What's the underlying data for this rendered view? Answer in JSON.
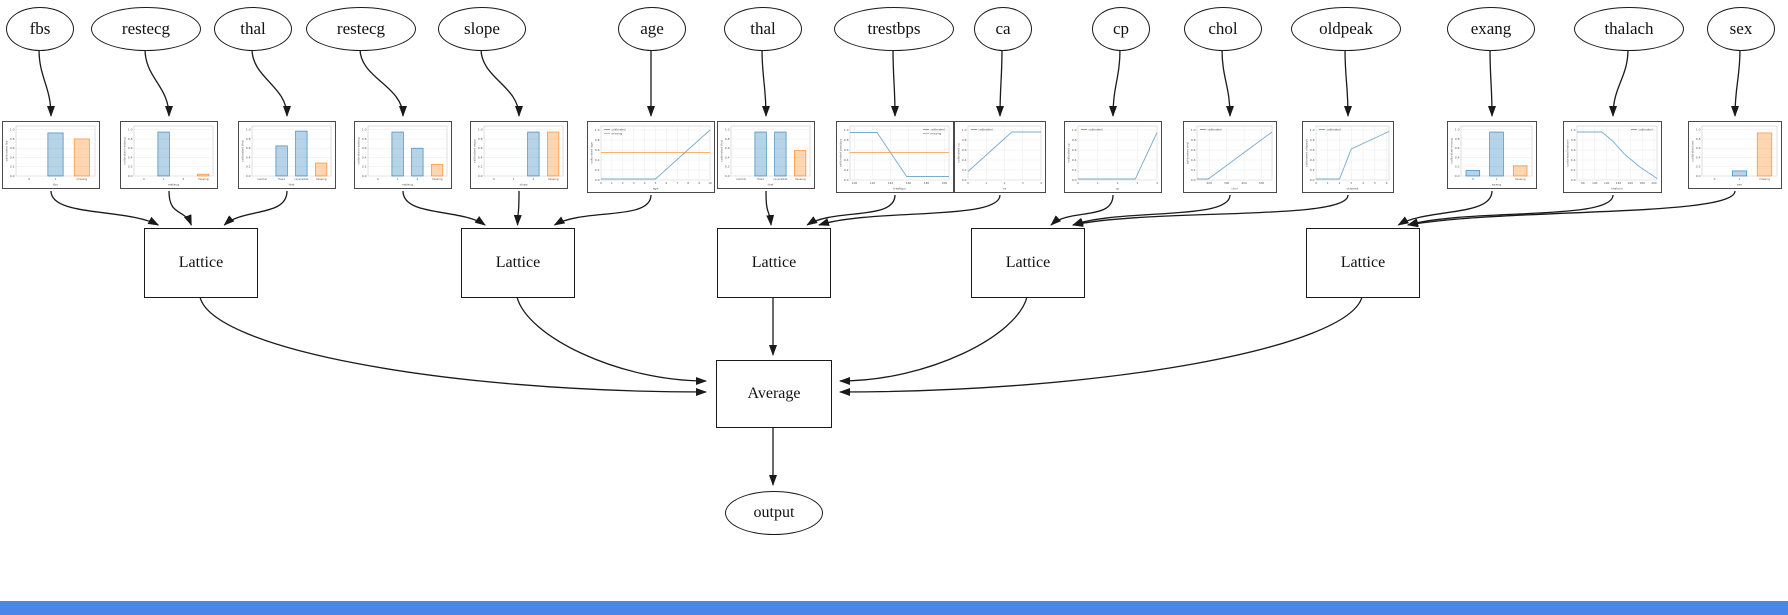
{
  "diagram": {
    "inputs": [
      "fbs",
      "restecg",
      "thal",
      "restecg",
      "slope",
      "age",
      "thal",
      "trestbps",
      "ca",
      "cp",
      "chol",
      "oldpeak",
      "exang",
      "thalach",
      "sex"
    ],
    "lattice_label": "Lattice",
    "average_label": "Average",
    "output_label": "output",
    "groups": [
      [
        "fbs",
        "restecg",
        "thal"
      ],
      [
        "restecg",
        "slope",
        "age"
      ],
      [
        "thal",
        "trestbps",
        "ca"
      ],
      [
        "cp",
        "chol",
        "oldpeak"
      ],
      [
        "exang",
        "thalach",
        "sex"
      ]
    ],
    "edge_color": "#1a1a1a",
    "accent_blue": "#1f77b4",
    "accent_orange": "#ff7f0e",
    "bottom_bar_color": "#4a86e8"
  },
  "chart_data": [
    {
      "type": "bar",
      "feature": "fbs",
      "xlabel": "fbs",
      "ylabel": "calibrated fbs",
      "categories": [
        "0",
        "1",
        "missing"
      ],
      "values": [
        0,
        0.93,
        0.8
      ],
      "bar_colors": [
        "#1f77b4",
        "#1f77b4",
        "#ff7f0e"
      ],
      "yticks": [
        0,
        0.2,
        0.4,
        0.6,
        0.8,
        1.0
      ],
      "ylim": [
        0,
        1
      ]
    },
    {
      "type": "bar",
      "feature": "restecg",
      "xlabel": "restecg",
      "ylabel": "calibrated restecg",
      "categories": [
        "0",
        "1",
        "2",
        "missing"
      ],
      "values": [
        0,
        0.95,
        0,
        0.04
      ],
      "bar_colors": [
        "#1f77b4",
        "#1f77b4",
        "#1f77b4",
        "#ff7f0e"
      ],
      "yticks": [
        0,
        0.2,
        0.4,
        0.6,
        0.8,
        1.0
      ],
      "ylim": [
        0,
        1
      ]
    },
    {
      "type": "bar",
      "feature": "thal",
      "xlabel": "thal",
      "ylabel": "calibrated thal",
      "categories": [
        "normal",
        "fixed",
        "reversible",
        "missing"
      ],
      "values": [
        0,
        0.65,
        0.97,
        0.28
      ],
      "bar_colors": [
        "#1f77b4",
        "#1f77b4",
        "#1f77b4",
        "#ff7f0e"
      ],
      "yticks": [
        0,
        0.2,
        0.4,
        0.6,
        0.8,
        1.0
      ],
      "ylim": [
        0,
        1
      ]
    },
    {
      "type": "bar",
      "feature": "restecg",
      "xlabel": "restecg",
      "ylabel": "calibrated restecg",
      "categories": [
        "0",
        "1",
        "2",
        "missing"
      ],
      "values": [
        0,
        0.95,
        0.6,
        0.25
      ],
      "bar_colors": [
        "#1f77b4",
        "#1f77b4",
        "#1f77b4",
        "#ff7f0e"
      ],
      "yticks": [
        0,
        0.2,
        0.4,
        0.6,
        0.8,
        1.0
      ],
      "ylim": [
        0,
        1
      ]
    },
    {
      "type": "bar",
      "feature": "slope",
      "xlabel": "slope",
      "ylabel": "calibrated slope",
      "categories": [
        "0",
        "1",
        "2",
        "missing"
      ],
      "values": [
        0,
        0,
        0.95,
        0.95
      ],
      "bar_colors": [
        "#1f77b4",
        "#1f77b4",
        "#1f77b4",
        "#ff7f0e"
      ],
      "yticks": [
        0,
        0.2,
        0.4,
        0.6,
        0.8,
        1.0
      ],
      "ylim": [
        0,
        1
      ]
    },
    {
      "type": "line",
      "feature": "age",
      "xlabel": "age",
      "ylabel": "calibrated age",
      "xlim": [
        0,
        10
      ],
      "xticks": [
        0,
        1,
        2,
        3,
        4,
        5,
        6,
        7,
        8,
        9,
        10
      ],
      "yticks": [
        0,
        0.2,
        0.4,
        0.6,
        0.8,
        1.0
      ],
      "ylim": [
        0,
        1
      ],
      "legend_pos": "upper left",
      "series": [
        {
          "name": "calibrated",
          "color": "#1f77b4",
          "x": [
            0,
            5,
            10
          ],
          "y": [
            0.02,
            0.02,
            1.0
          ]
        },
        {
          "name": "missing",
          "color": "#ff7f0e",
          "x": [
            0,
            10
          ],
          "y": [
            0.55,
            0.55
          ]
        }
      ]
    },
    {
      "type": "bar",
      "feature": "thal",
      "xlabel": "thal",
      "ylabel": "calibrated thal",
      "categories": [
        "normal",
        "fixed",
        "reversible",
        "missing"
      ],
      "values": [
        0,
        0.95,
        0.95,
        0.55
      ],
      "bar_colors": [
        "#1f77b4",
        "#1f77b4",
        "#1f77b4",
        "#ff7f0e"
      ],
      "yticks": [
        0,
        0.2,
        0.4,
        0.6,
        0.8,
        1.0
      ],
      "ylim": [
        0,
        1
      ]
    },
    {
      "type": "line",
      "feature": "trestbps",
      "xlabel": "trestbps",
      "ylabel": "calibrated trestbps",
      "xlim": [
        95,
        205
      ],
      "xticks": [
        100,
        120,
        140,
        160,
        180,
        200
      ],
      "yticks": [
        0,
        0.2,
        0.4,
        0.6,
        0.8,
        1.0
      ],
      "ylim": [
        0,
        1
      ],
      "legend_pos": "upper right",
      "series": [
        {
          "name": "calibrated",
          "color": "#1f77b4",
          "x": [
            95,
            125,
            158,
            205
          ],
          "y": [
            0.95,
            0.95,
            0.07,
            0.07
          ]
        },
        {
          "name": "missing",
          "color": "#ff7f0e",
          "x": [
            95,
            205
          ],
          "y": [
            0.55,
            0.55
          ]
        }
      ]
    },
    {
      "type": "line",
      "feature": "ca",
      "xlabel": "ca",
      "ylabel": "calibrated ca",
      "xlim": [
        0,
        4
      ],
      "xticks": [
        0,
        1,
        2,
        3,
        4
      ],
      "yticks": [
        0,
        0.2,
        0.4,
        0.6,
        0.8,
        1.0
      ],
      "ylim": [
        0,
        1
      ],
      "legend_pos": "upper left",
      "series": [
        {
          "name": "calibrated",
          "color": "#1f77b4",
          "x": [
            0,
            2.4,
            4
          ],
          "y": [
            0.17,
            0.96,
            0.96
          ]
        }
      ]
    },
    {
      "type": "line",
      "feature": "cp",
      "xlabel": "cp",
      "ylabel": "calibrated cp",
      "xlim": [
        0,
        4
      ],
      "xticks": [
        0,
        1,
        2,
        3,
        4
      ],
      "yticks": [
        0,
        0.2,
        0.4,
        0.6,
        0.8,
        1.0
      ],
      "ylim": [
        0,
        1
      ],
      "legend_pos": "upper left",
      "series": [
        {
          "name": "calibrated",
          "color": "#1f77b4",
          "x": [
            0,
            2.9,
            4
          ],
          "y": [
            0.02,
            0.02,
            0.95
          ]
        }
      ]
    },
    {
      "type": "line",
      "feature": "chol",
      "xlabel": "chol",
      "ylabel": "calibrated chol",
      "xlim": [
        130,
        560
      ],
      "xticks": [
        200,
        300,
        400,
        500
      ],
      "yticks": [
        0,
        0.2,
        0.4,
        0.6,
        0.8,
        1.0
      ],
      "ylim": [
        0,
        1
      ],
      "legend_pos": "upper left",
      "series": [
        {
          "name": "calibrated",
          "color": "#1f77b4",
          "x": [
            130,
            195,
            560
          ],
          "y": [
            0.02,
            0.02,
            0.96
          ]
        }
      ]
    },
    {
      "type": "line",
      "feature": "oldpeak",
      "xlabel": "oldpeak",
      "ylabel": "calibrated oldpeak",
      "xlim": [
        0,
        6.2
      ],
      "xticks": [
        0,
        1,
        2,
        3,
        4,
        5,
        6
      ],
      "yticks": [
        0,
        0.2,
        0.4,
        0.6,
        0.8,
        1.0
      ],
      "ylim": [
        0,
        1
      ],
      "legend_pos": "upper left",
      "series": [
        {
          "name": "calibrated",
          "color": "#1f77b4",
          "x": [
            0,
            2,
            3,
            6.2
          ],
          "y": [
            0.02,
            0.02,
            0.62,
            0.97
          ]
        }
      ]
    },
    {
      "type": "bar",
      "feature": "exang",
      "xlabel": "exang",
      "ylabel": "calibrated exang",
      "categories": [
        "0",
        "1",
        "missing"
      ],
      "values": [
        0.12,
        0.95,
        0.22
      ],
      "bar_colors": [
        "#1f77b4",
        "#1f77b4",
        "#ff7f0e"
      ],
      "yticks": [
        0,
        0.2,
        0.4,
        0.6,
        0.8,
        1.0
      ],
      "ylim": [
        0,
        1
      ]
    },
    {
      "type": "line",
      "feature": "thalach",
      "xlabel": "thalach",
      "ylabel": "calibrated thalach",
      "xlim": [
        70,
        205
      ],
      "xticks": [
        80,
        100,
        120,
        140,
        160,
        180,
        200
      ],
      "yticks": [
        0,
        0.2,
        0.4,
        0.6,
        0.8,
        1.0
      ],
      "ylim": [
        0,
        1
      ],
      "legend_pos": "upper right",
      "series": [
        {
          "name": "calibrated",
          "color": "#1f77b4",
          "x": [
            70,
            112,
            130,
            150,
            175,
            205
          ],
          "y": [
            0.96,
            0.96,
            0.78,
            0.52,
            0.27,
            0.03
          ]
        }
      ]
    },
    {
      "type": "bar",
      "feature": "sex",
      "xlabel": "sex",
      "ylabel": "calibrated sex",
      "categories": [
        "0",
        "1",
        "missing"
      ],
      "values": [
        0,
        0.11,
        0.93
      ],
      "bar_colors": [
        "#1f77b4",
        "#1f77b4",
        "#ff7f0e"
      ],
      "yticks": [
        0,
        0.2,
        0.4,
        0.6,
        0.8,
        1.0
      ],
      "ylim": [
        0,
        1
      ]
    }
  ]
}
